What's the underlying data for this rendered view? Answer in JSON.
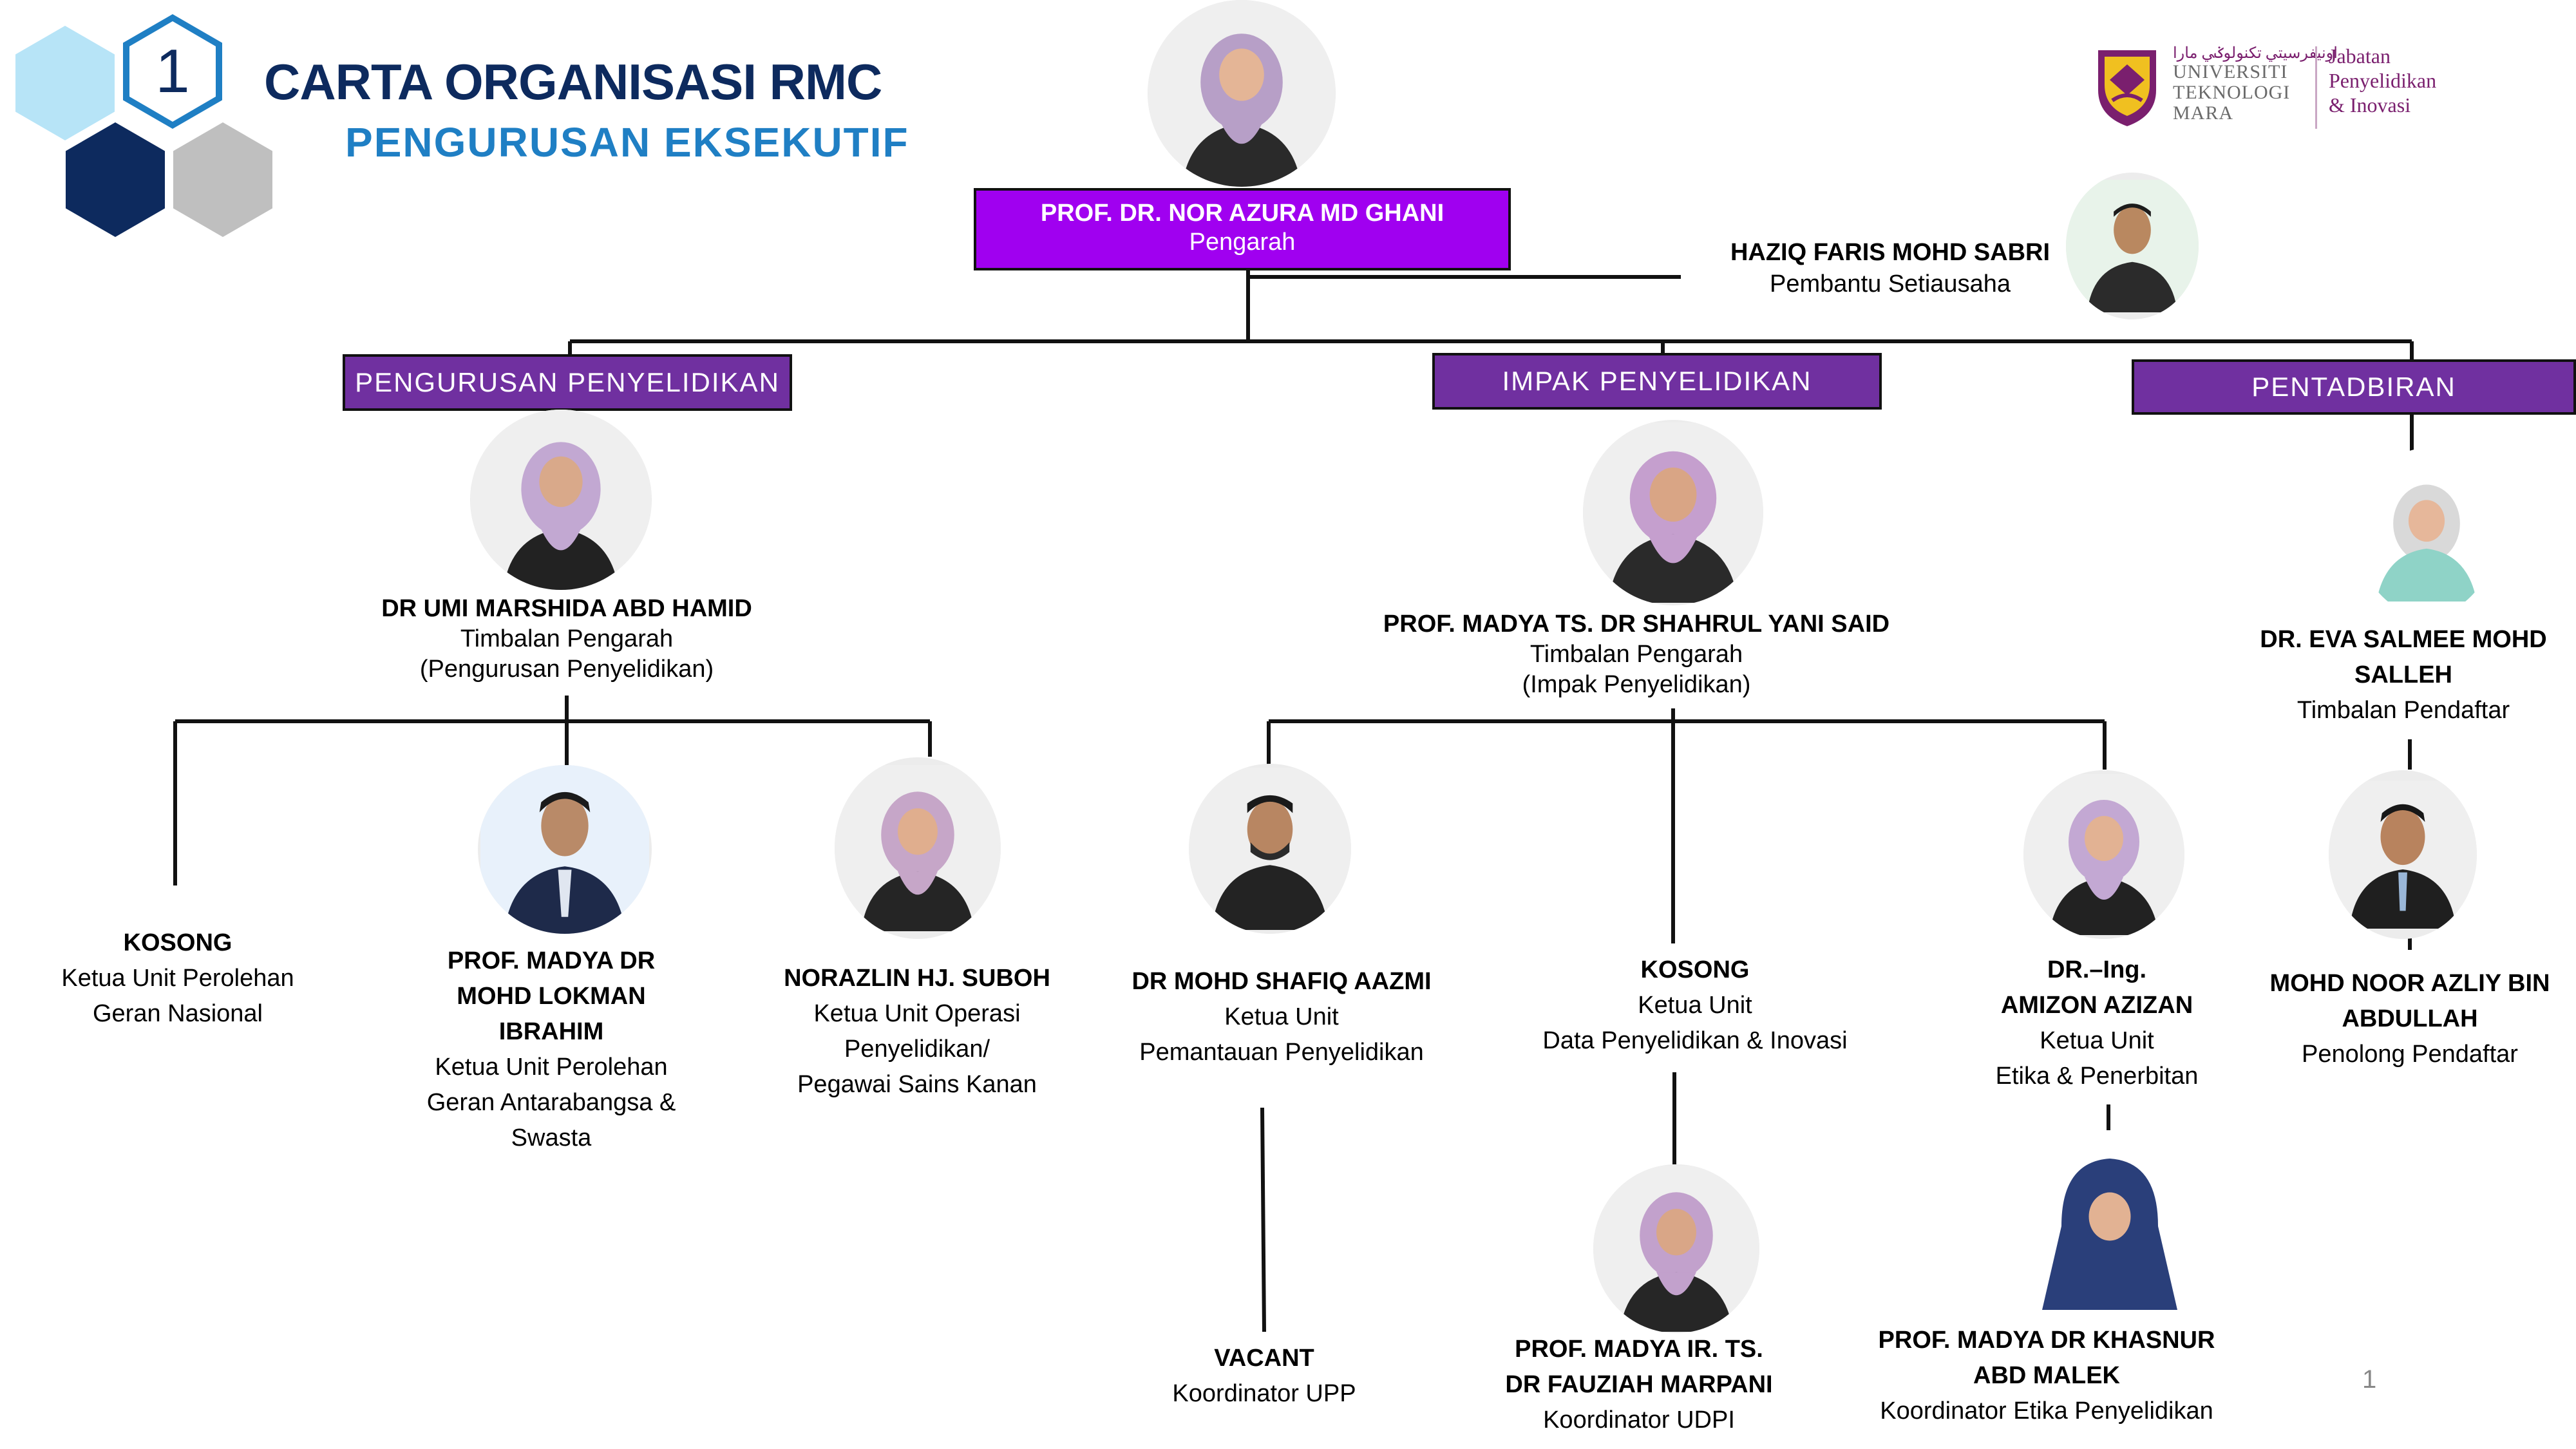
{
  "header": {
    "badge_number": "1",
    "title": "CARTA ORGANISASI RMC",
    "subtitle": "PENGURUSAN EKSEKUTIF"
  },
  "logo": {
    "arabic": "ﺍﻭﻧﻴﻔﺮﺳﻴﺘﻲ ﺗﻜﻨﻮﻟﻮݢﻲ ﻣﺎرا",
    "university": "UNIVERSITI\nTEKNOLOGI\nMARA",
    "department": "Jabatan\nPenyelidikan\n& Inovasi"
  },
  "director": {
    "name": "PROF. DR. NOR AZURA MD GHANI",
    "role": "Pengarah"
  },
  "assistant": {
    "name": "HAZIQ FARIS MOHD SABRI",
    "role": "Pembantu Setiausaha"
  },
  "departments": {
    "research_management": "PENGURUSAN PENYELIDIKAN",
    "research_impact": "IMPAK PENYELIDIKAN",
    "administration": "PENTADBIRAN"
  },
  "research_management": {
    "deputy": {
      "name": "DR UMI MARSHIDA ABD HAMID",
      "role_1": "Timbalan Pengarah",
      "role_2": "(Pengurusan Penyelidikan)"
    },
    "unit_national": {
      "name": "KOSONG",
      "role_1": "Ketua Unit Perolehan",
      "role_2": "Geran Nasional"
    },
    "unit_international": {
      "name_1": "PROF. MADYA DR",
      "name_2": "MOHD LOKMAN",
      "name_3": "IBRAHIM",
      "role_1": "Ketua Unit Perolehan",
      "role_2": "Geran Antarabangsa &",
      "role_3": "Swasta"
    },
    "unit_operations": {
      "name": "NORAZLIN HJ. SUBOH",
      "role_1": "Ketua Unit Operasi",
      "role_2": "Penyelidikan/",
      "role_3": "Pegawai Sains Kanan"
    }
  },
  "research_impact": {
    "deputy": {
      "name": "PROF. MADYA TS. DR SHAHRUL YANI SAID",
      "role_1": "Timbalan Pengarah",
      "role_2": "(Impak Penyelidikan)"
    },
    "unit_monitoring": {
      "name": "DR MOHD SHAFIQ AAZMI",
      "role_1": "Ketua Unit",
      "role_2": "Pemantauan Penyelidikan"
    },
    "unit_data": {
      "name": "KOSONG",
      "role_1": "Ketua Unit",
      "role_2": "Data Penyelidikan & Inovasi"
    },
    "unit_ethics": {
      "name_1": "DR.–Ing.",
      "name_2": "AMIZON AZIZAN",
      "role_1": "Ketua Unit",
      "role_2": "Etika & Penerbitan"
    },
    "coord_upp": {
      "name": "VACANT",
      "role": "Koordinator UPP"
    },
    "coord_udpi": {
      "name_1": "PROF. MADYA IR. TS.",
      "name_2": "DR FAUZIAH MARPANI",
      "role": "Koordinator UDPI"
    },
    "coord_ethics": {
      "name_1": "PROF. MADYA DR KHASNUR",
      "name_2": "ABD MALEK",
      "role": "Koordinator Etika Penyelidikan"
    }
  },
  "administration": {
    "deputy_registrar": {
      "name_1": "DR. EVA SALMEE MOHD",
      "name_2": "SALLEH",
      "role": "Timbalan Pendaftar"
    },
    "assistant_registrar": {
      "name_1": "MOHD NOOR AZLIY BIN",
      "name_2": "ABDULLAH",
      "role": "Penolong Pendaftar"
    }
  },
  "page_number": "1",
  "colors": {
    "navy": "#0d2a5e",
    "blue": "#1f7fc4",
    "purple_bright": "#a000f0",
    "purple_dept": "#7030a0"
  }
}
